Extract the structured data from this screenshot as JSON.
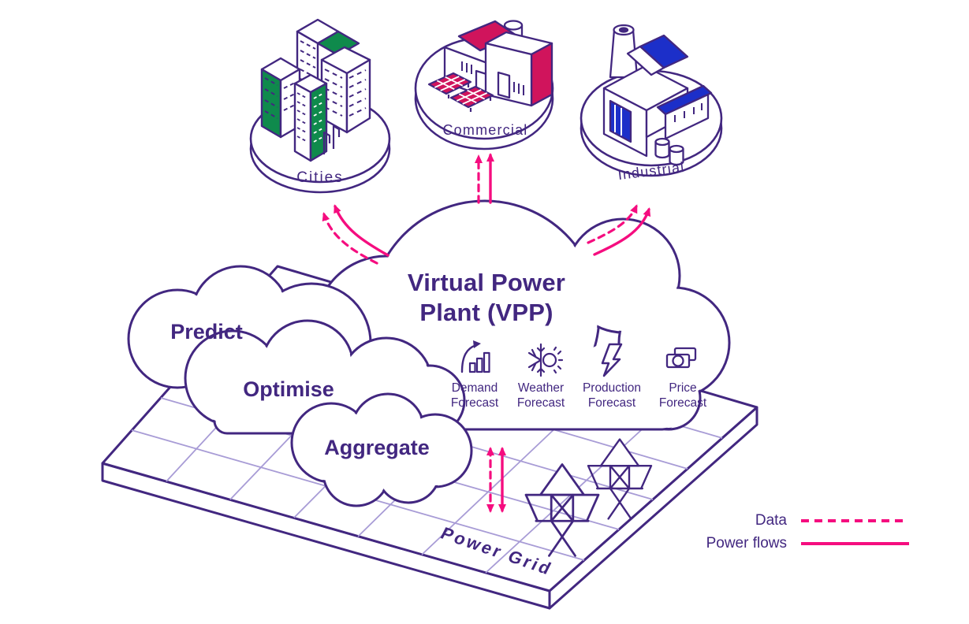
{
  "diagram": {
    "cloud": {
      "title_line1": "Virtual Power",
      "title_line2": "Plant (VPP)",
      "forecasts": [
        {
          "line1": "Demand",
          "line2": "Forecast",
          "icon": "demand-chart-icon"
        },
        {
          "line1": "Weather",
          "line2": "Forecast",
          "icon": "snowflake-sun-icon"
        },
        {
          "line1": "Production",
          "line2": "Forecast",
          "icon": "lightning-icon"
        },
        {
          "line1": "Price",
          "line2": "Forecast",
          "icon": "banknote-icon"
        }
      ]
    },
    "sources": [
      {
        "label": "Cities",
        "accent": "#0f8a4c"
      },
      {
        "label": "Commercial",
        "accent": "#d0145c"
      },
      {
        "label": "Industrial",
        "accent": "#1c2fc9"
      }
    ],
    "processes": [
      {
        "label": "Predict"
      },
      {
        "label": "Optimise"
      },
      {
        "label": "Aggregate"
      }
    ],
    "grid": {
      "label": "Power Grid"
    },
    "legend": [
      {
        "label": "Data",
        "style": "dashed"
      },
      {
        "label": "Power flows",
        "style": "solid"
      }
    ],
    "colors": {
      "outline": "#422780",
      "pink": "#f50d7f",
      "green": "#0f8a4c",
      "red": "#d0145c",
      "blue": "#1c2fc9",
      "lavender": "#a89cd6"
    }
  }
}
